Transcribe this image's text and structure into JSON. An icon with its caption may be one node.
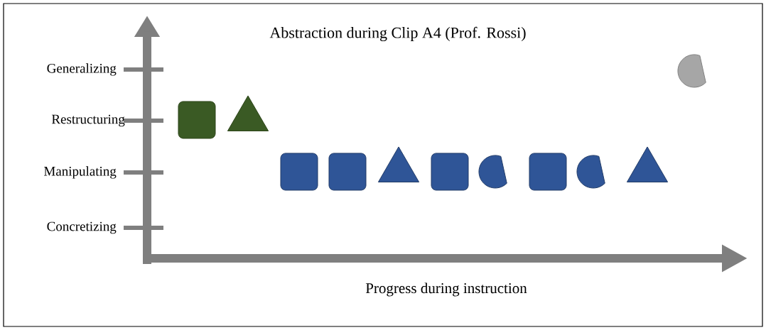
{
  "diagram": {
    "title": "Abstraction during Clip A4 (Prof. Rossi)",
    "nodes": [
      {
        "text": [],
        "shape": "box"
      },
      {
        "text": [],
        "shape": "triangle"
      },
      {
        "text": [],
        "shape": "box"
      },
      {
        "text": [],
        "shape": "box"
      },
      {
        "text": [],
        "shape": "triangle"
      },
      {
        "text": [],
        "shape": "box"
      },
      {
        "text": [],
        "shape": "sector"
      },
      {
        "text": [],
        "shape": "box"
      },
      {
        "text": [],
        "shape": "sector"
      },
      {
        "text": [],
        "shape": "triangle"
      },
      {
        "text": [],
        "shape": "sector"
      }
    ],
    "labels": [
      "Generalizing",
      "Restructuring",
      "Manipulating",
      "Concretizing",
      "Progress during instruction"
    ]
  }
}
